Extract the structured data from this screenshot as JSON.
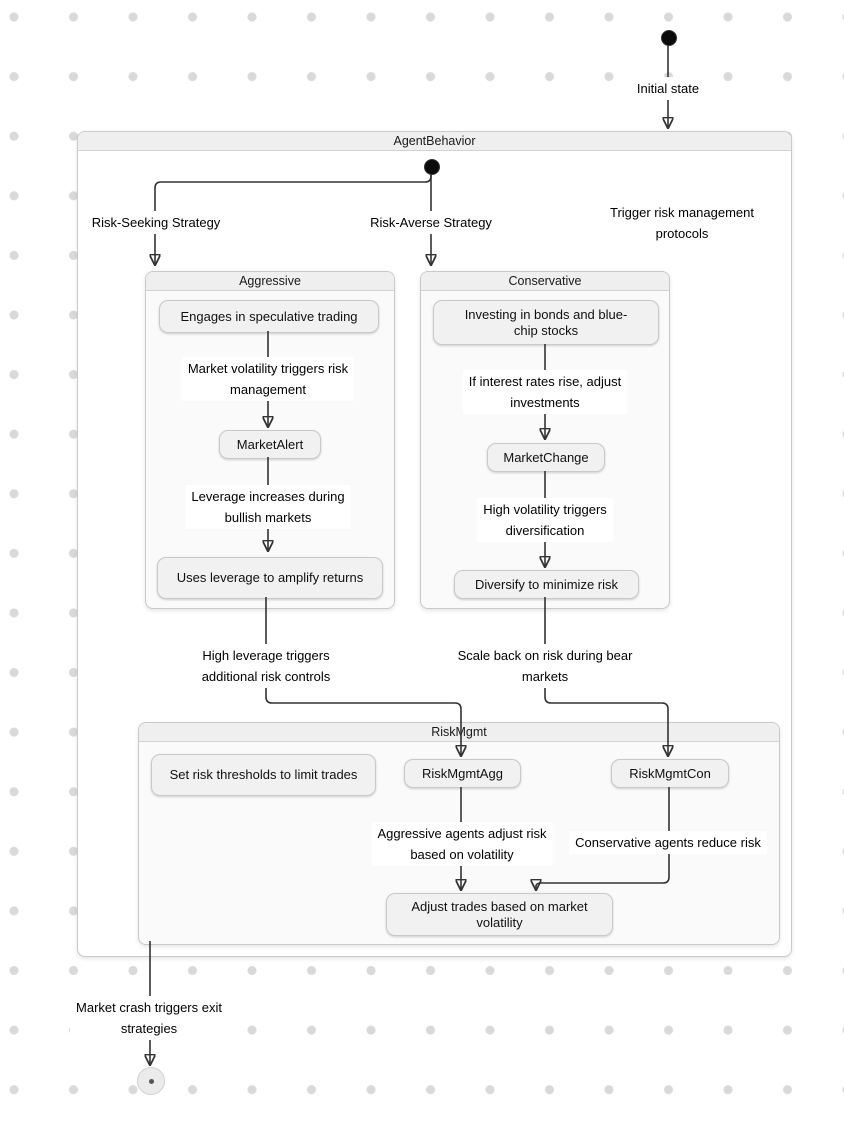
{
  "colors": {
    "edge": "#333333",
    "node_fill": "#f1f1f1",
    "node_border": "#c9c9c9",
    "header_fill": "#efefef",
    "canvas_dot": "#d9d9d9"
  },
  "diagram": {
    "initialStateLabel": "Initial state",
    "agentBehavior": {
      "title": "AgentBehavior",
      "edgeRiskSeeking": "Risk-Seeking Strategy",
      "edgeRiskAverse": "Risk-Averse Strategy",
      "noteTrigger": [
        "Trigger risk management",
        "protocols"
      ],
      "aggressive": {
        "title": "Aggressive",
        "stateSpeculative": "Engages in speculative trading",
        "edgeVolatility": [
          "Market volatility triggers risk",
          "management"
        ],
        "stateMarketAlert": "MarketAlert",
        "edgeLeverage": [
          "Leverage increases during",
          "bullish markets"
        ],
        "stateUsesLeverage": "Uses leverage to amplify returns"
      },
      "conservative": {
        "title": "Conservative",
        "stateInvesting": "Investing in bonds and blue-chip stocks",
        "edgeInterest": [
          "If interest rates rise, adjust",
          "investments"
        ],
        "stateMarketChange": "MarketChange",
        "edgeDiversify": [
          "High volatility triggers",
          "diversification"
        ],
        "stateDiversify": "Diversify to minimize risk"
      },
      "edgeAggToRisk": [
        "High leverage triggers",
        "additional risk controls"
      ],
      "edgeConToRisk": [
        "Scale back on risk during bear",
        "markets"
      ],
      "riskMgmt": {
        "title": "RiskMgmt",
        "stateThresholds": "Set risk thresholds to limit trades",
        "stateAgg": "RiskMgmtAgg",
        "stateCon": "RiskMgmtCon",
        "edgeAggAdjust": [
          "Aggressive agents adjust risk",
          "based on volatility"
        ],
        "edgeConReduce": "Conservative agents reduce risk",
        "stateAdjustTrades": "Adjust trades based on market volatility"
      }
    },
    "edgeExit": [
      "Market crash triggers exit",
      "strategies"
    ]
  }
}
